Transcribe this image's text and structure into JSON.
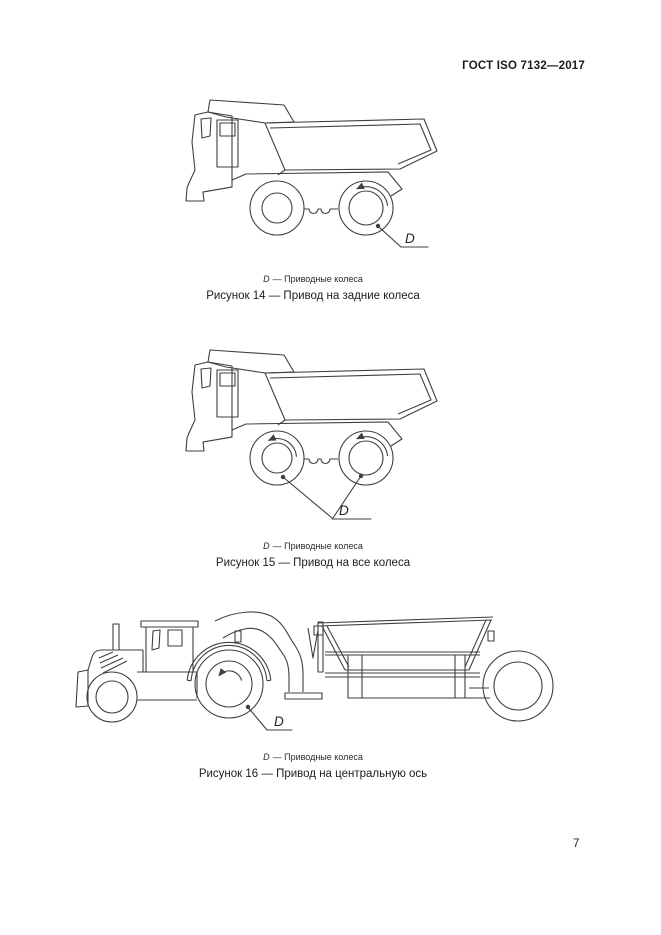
{
  "document": {
    "header": "ГОСТ ISO 7132—2017",
    "page_number": "7",
    "ink_color": "#1c1c1c",
    "line_color": "#3f3f3f"
  },
  "figures": [
    {
      "drawing": "dump-truck-rear-wheel-drive",
      "callout_letter": "D",
      "legend_letter": "D",
      "legend_text": "— Приводные колеса",
      "caption": "Рисунок 14 — Привод на задние колеса"
    },
    {
      "drawing": "dump-truck-all-wheel-drive",
      "callout_letter": "D",
      "legend_letter": "D",
      "legend_text": "— Приводные колеса",
      "caption": "Рисунок 15 — Привод на все колеса"
    },
    {
      "drawing": "scraper-central-axle-drive",
      "callout_letter": "D",
      "legend_letter": "D",
      "legend_text": "— Приводные колеса",
      "caption": "Рисунок 16 — Привод на центральную ось"
    }
  ]
}
